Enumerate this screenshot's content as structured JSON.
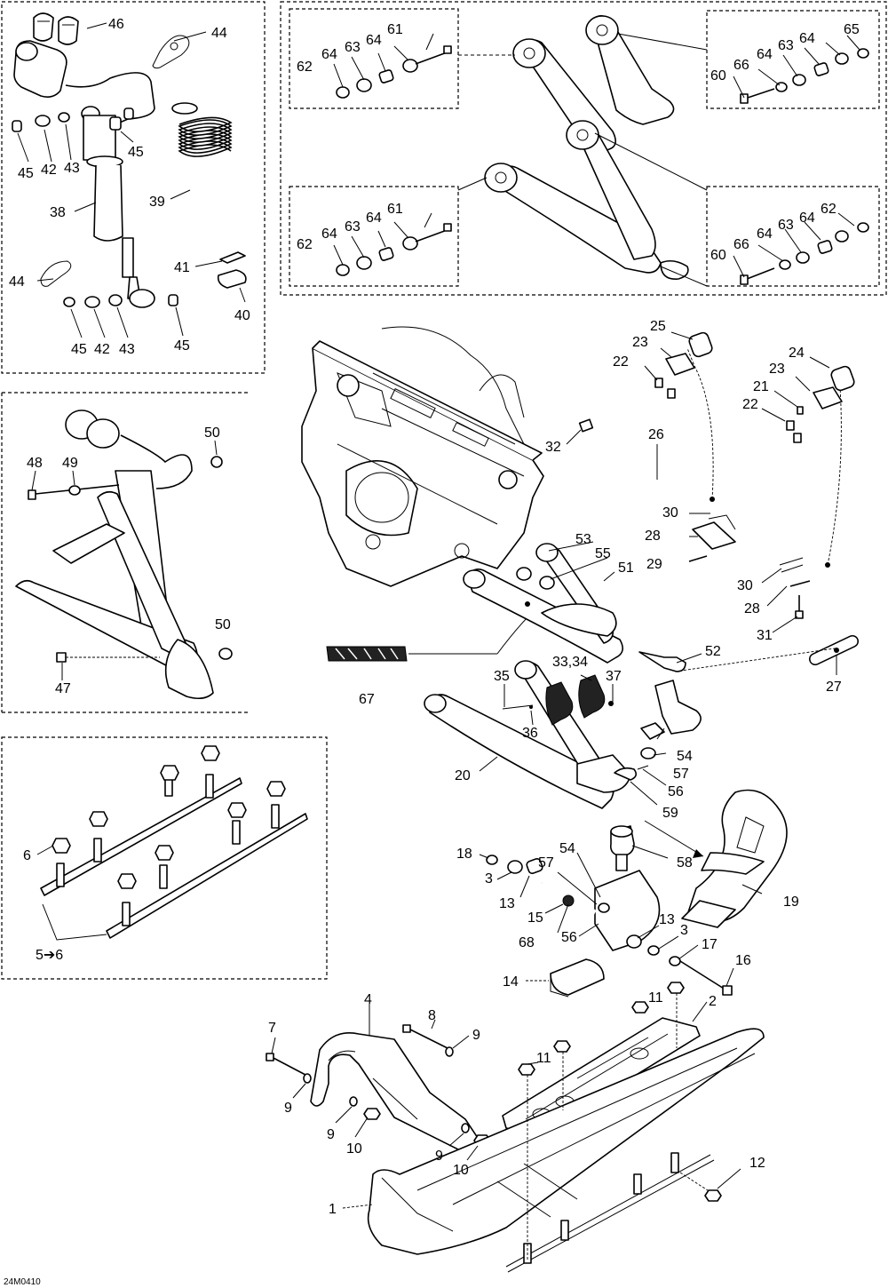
{
  "figure": {
    "ref_code": "24M0410",
    "callouts": [
      {
        "id": "c46a",
        "text": "46"
      },
      {
        "id": "c44a",
        "text": "44"
      },
      {
        "id": "c45a",
        "text": "45"
      },
      {
        "id": "c42a",
        "text": "42"
      },
      {
        "id": "c43a",
        "text": "43"
      },
      {
        "id": "c45b",
        "text": "45"
      },
      {
        "id": "c38",
        "text": "38"
      },
      {
        "id": "c39",
        "text": "39"
      },
      {
        "id": "c41",
        "text": "41"
      },
      {
        "id": "c44b",
        "text": "44"
      },
      {
        "id": "c40",
        "text": "40"
      },
      {
        "id": "c45c",
        "text": "45"
      },
      {
        "id": "c42b",
        "text": "42"
      },
      {
        "id": "c43b",
        "text": "43"
      },
      {
        "id": "c45d",
        "text": "45"
      },
      {
        "id": "u61a",
        "text": "61"
      },
      {
        "id": "u64a",
        "text": "64"
      },
      {
        "id": "u63a",
        "text": "63"
      },
      {
        "id": "u64b",
        "text": "64"
      },
      {
        "id": "u62a",
        "text": "62"
      },
      {
        "id": "u65",
        "text": "65"
      },
      {
        "id": "u64c",
        "text": "64"
      },
      {
        "id": "u63b",
        "text": "63"
      },
      {
        "id": "u64d",
        "text": "64"
      },
      {
        "id": "u66a",
        "text": "66"
      },
      {
        "id": "u60a",
        "text": "60"
      },
      {
        "id": "l61",
        "text": "61"
      },
      {
        "id": "l64a",
        "text": "64"
      },
      {
        "id": "l63a",
        "text": "63"
      },
      {
        "id": "l64b",
        "text": "64"
      },
      {
        "id": "l62a",
        "text": "62"
      },
      {
        "id": "l62b",
        "text": "62"
      },
      {
        "id": "l64c",
        "text": "64"
      },
      {
        "id": "l63b",
        "text": "63"
      },
      {
        "id": "l64d",
        "text": "64"
      },
      {
        "id": "l66",
        "text": "66"
      },
      {
        "id": "l60",
        "text": "60"
      },
      {
        "id": "m50a",
        "text": "50"
      },
      {
        "id": "m48",
        "text": "48"
      },
      {
        "id": "m49",
        "text": "49"
      },
      {
        "id": "m50b",
        "text": "50"
      },
      {
        "id": "m47",
        "text": "47"
      },
      {
        "id": "s6",
        "text": "6"
      },
      {
        "id": "s56",
        "text": "5➔6"
      },
      {
        "id": "c25",
        "text": "25"
      },
      {
        "id": "c23a",
        "text": "23"
      },
      {
        "id": "c22a",
        "text": "22"
      },
      {
        "id": "c24",
        "text": "24"
      },
      {
        "id": "c23b",
        "text": "23"
      },
      {
        "id": "c21",
        "text": "21"
      },
      {
        "id": "c22b",
        "text": "22"
      },
      {
        "id": "c32",
        "text": "32"
      },
      {
        "id": "c26",
        "text": "26"
      },
      {
        "id": "c30a",
        "text": "30"
      },
      {
        "id": "c28a",
        "text": "28"
      },
      {
        "id": "c29",
        "text": "29"
      },
      {
        "id": "c53",
        "text": "53"
      },
      {
        "id": "c55",
        "text": "55"
      },
      {
        "id": "c51",
        "text": "51"
      },
      {
        "id": "c30b",
        "text": "30"
      },
      {
        "id": "c28b",
        "text": "28"
      },
      {
        "id": "c31",
        "text": "31"
      },
      {
        "id": "c52",
        "text": "52"
      },
      {
        "id": "c27",
        "text": "27"
      },
      {
        "id": "c67",
        "text": "67"
      },
      {
        "id": "c35",
        "text": "35"
      },
      {
        "id": "c3334",
        "text": "33,34"
      },
      {
        "id": "c37",
        "text": "37"
      },
      {
        "id": "c36",
        "text": "36"
      },
      {
        "id": "c54a",
        "text": "54"
      },
      {
        "id": "c57a",
        "text": "57"
      },
      {
        "id": "c56a",
        "text": "56"
      },
      {
        "id": "c20",
        "text": "20"
      },
      {
        "id": "c59",
        "text": "59"
      },
      {
        "id": "c19",
        "text": "19"
      },
      {
        "id": "c58",
        "text": "58"
      },
      {
        "id": "c54b",
        "text": "54"
      },
      {
        "id": "c57b",
        "text": "57"
      },
      {
        "id": "c18",
        "text": "18"
      },
      {
        "id": "c3a",
        "text": "3"
      },
      {
        "id": "c13a",
        "text": "13"
      },
      {
        "id": "c15",
        "text": "15"
      },
      {
        "id": "c68",
        "text": "68"
      },
      {
        "id": "c56b",
        "text": "56"
      },
      {
        "id": "c13b",
        "text": "13"
      },
      {
        "id": "c3b",
        "text": "3"
      },
      {
        "id": "c17",
        "text": "17"
      },
      {
        "id": "c16",
        "text": "16"
      },
      {
        "id": "c14",
        "text": "14"
      },
      {
        "id": "c11a",
        "text": "11"
      },
      {
        "id": "c4",
        "text": "4"
      },
      {
        "id": "c8",
        "text": "8"
      },
      {
        "id": "c9a",
        "text": "9"
      },
      {
        "id": "c2",
        "text": "2"
      },
      {
        "id": "c7",
        "text": "7"
      },
      {
        "id": "c11b",
        "text": "11"
      },
      {
        "id": "c9b",
        "text": "9"
      },
      {
        "id": "c9c",
        "text": "9"
      },
      {
        "id": "c10a",
        "text": "10"
      },
      {
        "id": "c9d",
        "text": "9"
      },
      {
        "id": "c10b",
        "text": "10"
      },
      {
        "id": "c12",
        "text": "12"
      },
      {
        "id": "c1",
        "text": "1"
      }
    ]
  }
}
